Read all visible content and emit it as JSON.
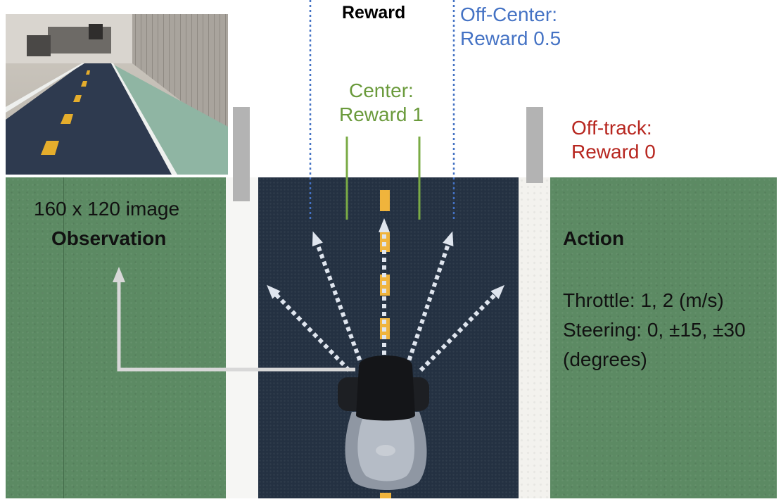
{
  "reward": {
    "title": "Reward",
    "off_center": {
      "line1": "Off-Center:",
      "line2": "Reward 0.5",
      "color": "#4472c4"
    },
    "center": {
      "line1": "Center:",
      "line2": "Reward 1",
      "color": "#6a9a3b"
    },
    "off_track": {
      "line1": "Off-track:",
      "line2": "Reward 0",
      "color": "#b7261f"
    }
  },
  "observation": {
    "size_label": "160 x 120 image",
    "title": "Observation"
  },
  "action": {
    "title": "Action",
    "throttle": "Throttle: 1, 2 (m/s)",
    "steering": "Steering: 0, ±15, ±30",
    "units": "(degrees)"
  },
  "colors": {
    "grass": "#5c8a63",
    "track": "#243142",
    "lane_marking": "#f0b43c",
    "wall": "#b3b3b3",
    "arrow": "#dfe5ee"
  },
  "icons": {
    "car": "deepracer-car-icon",
    "camera_photo": "camera-view-photo"
  }
}
